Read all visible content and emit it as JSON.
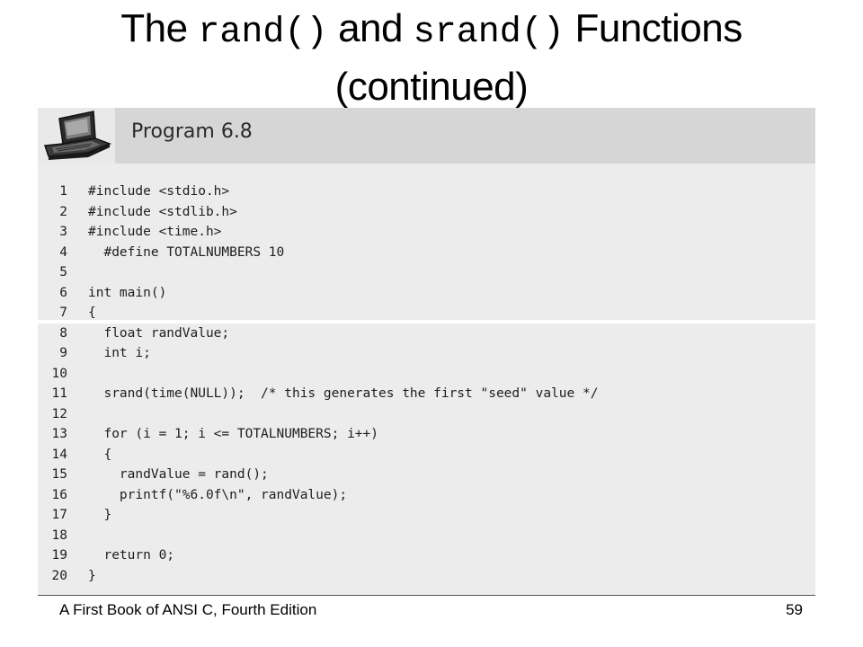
{
  "slide": {
    "title_part1": "The ",
    "title_code1": "rand()",
    "title_part2": " and ",
    "title_code2": "srand()",
    "title_part3": " Functions",
    "title_line2": "(continued)"
  },
  "program": {
    "title": "Program 6.8",
    "icon": "laptop-icon",
    "lines": [
      {
        "num": "1",
        "code": "#include <stdio.h>"
      },
      {
        "num": "2",
        "code": "#include <stdlib.h>"
      },
      {
        "num": "3",
        "code": "#include <time.h>"
      },
      {
        "num": "4",
        "code": "  #define TOTALNUMBERS 10"
      },
      {
        "num": "5",
        "code": ""
      },
      {
        "num": "6",
        "code": "int main()"
      },
      {
        "num": "7",
        "code": "{"
      },
      {
        "num": "8",
        "code": "  float randValue;"
      },
      {
        "num": "9",
        "code": "  int i;"
      },
      {
        "num": "10",
        "code": ""
      },
      {
        "num": "11",
        "code": "  srand(time(NULL));  /* this generates the first \"seed\" value */"
      },
      {
        "num": "12",
        "code": ""
      },
      {
        "num": "13",
        "code": "  for (i = 1; i <= TOTALNUMBERS; i++)"
      },
      {
        "num": "14",
        "code": "  {"
      },
      {
        "num": "15",
        "code": "    randValue = rand();"
      },
      {
        "num": "16",
        "code": "    printf(\"%6.0f\\n\", randValue);"
      },
      {
        "num": "17",
        "code": "  }"
      },
      {
        "num": "18",
        "code": ""
      },
      {
        "num": "19",
        "code": "  return 0;"
      },
      {
        "num": "20",
        "code": "}"
      }
    ]
  },
  "footer": {
    "book": "A First Book of ANSI C, Fourth Edition",
    "page": "59"
  },
  "colors": {
    "panel_bg": "#ececec",
    "header_bg": "#d6d6d6"
  }
}
